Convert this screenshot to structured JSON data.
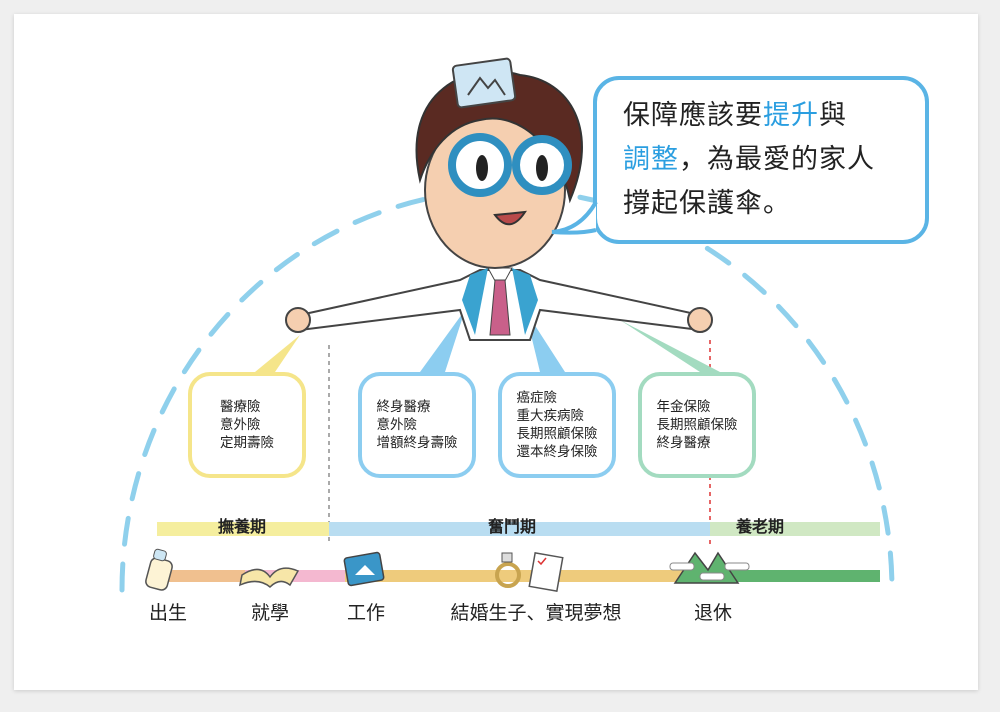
{
  "speech": {
    "part1": "保障應該要",
    "hl1": "提升",
    "part2": "與",
    "hl2": "調整",
    "part3": "，為最愛的家人",
    "part4": "撐起保護傘。"
  },
  "boxes": [
    {
      "items": [
        "醫療險",
        "意外險",
        "定期壽險"
      ],
      "color": "#f5e58a"
    },
    {
      "items": [
        "終身醫療",
        "意外險",
        "增額終身壽險"
      ],
      "color": "#8ccdf0"
    },
    {
      "items": [
        "癌症險",
        "重大疾病險",
        "長期照顧保險",
        "還本終身保險"
      ],
      "color": "#8ccdf0"
    },
    {
      "items": [
        "年金保險",
        "長期照顧保險",
        "終身醫療"
      ],
      "color": "#a3dbc0"
    }
  ],
  "phases": [
    {
      "label": "撫養期",
      "color": "#f5ee9e"
    },
    {
      "label": "奮鬥期",
      "color": "#b9ddf1"
    },
    {
      "label": "養老期",
      "color": "#d0e8c3"
    }
  ],
  "life_stages": [
    "出生",
    "就學",
    "工作",
    "結婚生子、實現夢想",
    "退休"
  ],
  "colors": {
    "accent": "#2a9ee0",
    "arc": "#8fd0ec"
  }
}
